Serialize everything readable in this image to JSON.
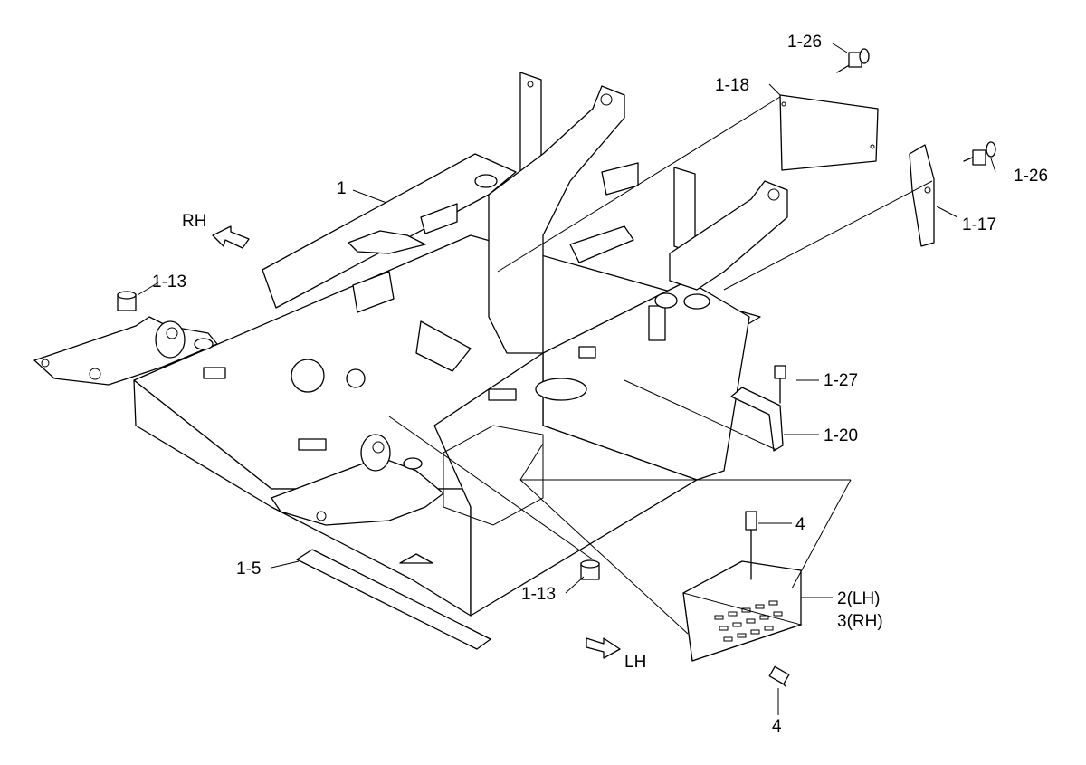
{
  "labels": {
    "p1": "1",
    "p1_13_left": "1-13",
    "p1_13_bottom": "1-13",
    "p1_5": "1-5",
    "p1_18": "1-18",
    "p1_26_top": "1-26",
    "p1_26_right": "1-26",
    "p1_17": "1-17",
    "p1_27": "1-27",
    "p1_20": "1-20",
    "p4_top": "4",
    "p4_bottom": "4",
    "p2": "2(LH)",
    "p3": "3(RH)",
    "rh": "RH",
    "lh": "LH"
  }
}
